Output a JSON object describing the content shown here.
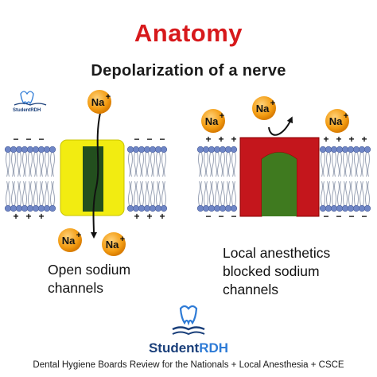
{
  "title": "Anatomy",
  "subtitle": "Depolarization of a nerve",
  "ion_label": "Na",
  "ion_charge": "+",
  "charge_positive": "+",
  "charge_negative": "−",
  "left_caption": [
    "Open sodium",
    "channels"
  ],
  "right_caption": [
    "Local anesthetics",
    "blocked sodium",
    "channels"
  ],
  "brand": {
    "prefix": "Student",
    "accent": "RDH"
  },
  "small_brand": "StudentRDH",
  "footer": "Dental Hygiene Boards Review for the Nationals + Local Anesthesia + CSCE",
  "colors": {
    "title": "#d7191c",
    "ion": "#f39c12",
    "open_channel": "#f2ec11",
    "open_pore": "#234f1e",
    "blocked_channel": "#c4161c",
    "blocked_pore": "#3f7a1f",
    "head_blue": "#6f86c6",
    "brand_blue": "#1a3f7a"
  },
  "icons": [
    "tooth-book-logo-icon",
    "arrow-icon"
  ]
}
